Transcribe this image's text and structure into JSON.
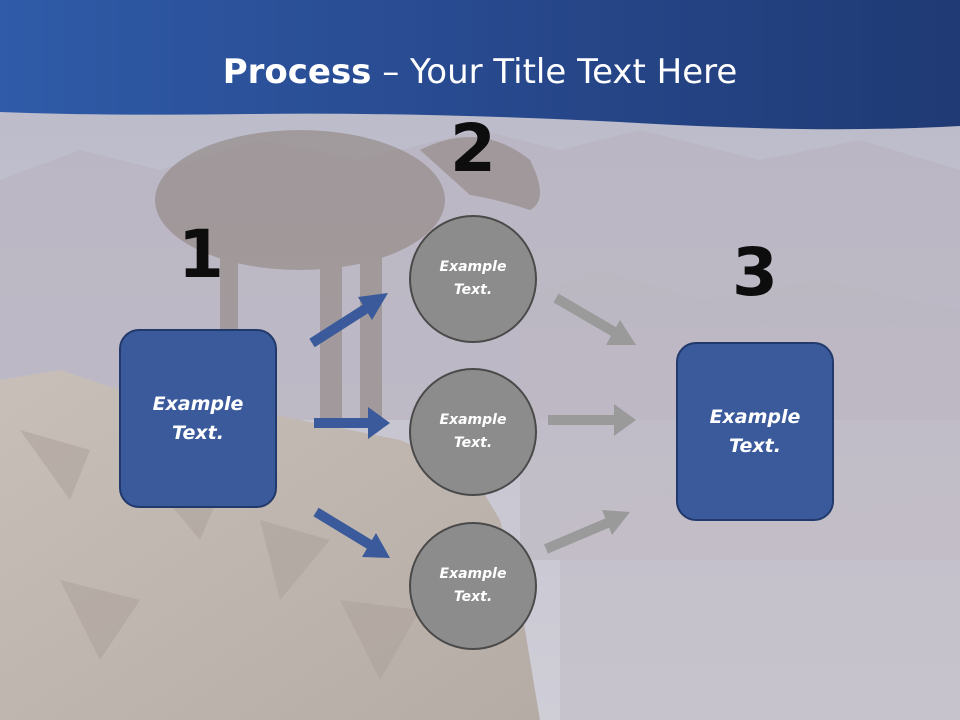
{
  "title": {
    "bold": "Process",
    "rest": " – Your Title Text Here"
  },
  "numbers": [
    "1",
    "2",
    "3"
  ],
  "left_box": {
    "text_line1": "Example",
    "text_line2": "Text."
  },
  "right_box": {
    "text_line1": "Example",
    "text_line2": "Text."
  },
  "circles": [
    {
      "line1": "Example",
      "line2": "Text."
    },
    {
      "line1": "Example",
      "line2": "Text."
    },
    {
      "line1": "Example",
      "line2": "Text."
    }
  ],
  "colors": {
    "header_blue": "#2f5597",
    "box_fill": "#3a5a9b",
    "blue_arrow": "#3a5a9b",
    "gray_arrow": "#9a9a9a",
    "circle_fill": "#8c8c8c"
  }
}
